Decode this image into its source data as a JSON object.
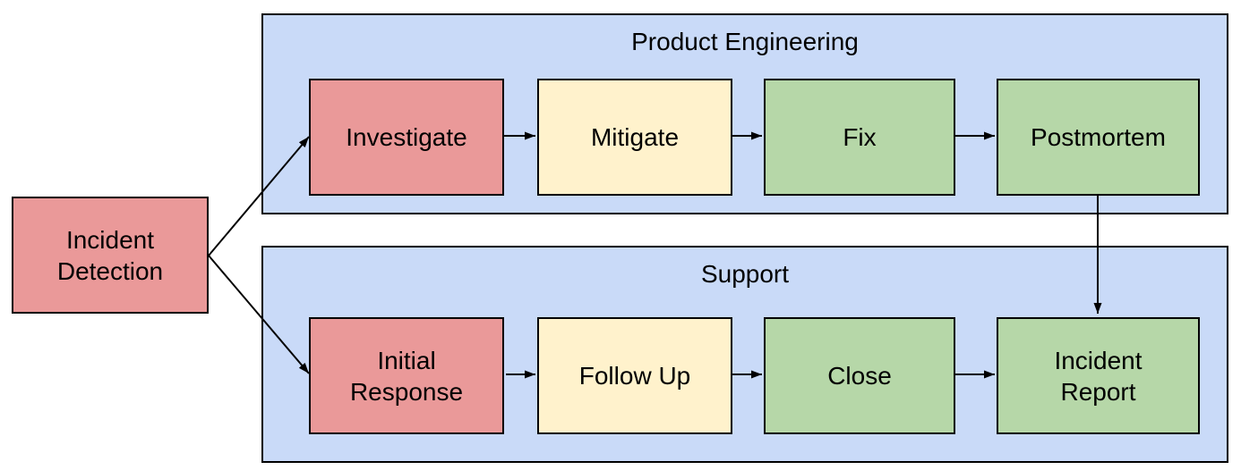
{
  "palette": {
    "red": "#EA9999",
    "yellow": "#FFF2CC",
    "green": "#B6D7A8",
    "lane_blue": "#C9DAF8",
    "border": "#000000"
  },
  "start_node": {
    "label": "Incident\nDetection",
    "color": "red"
  },
  "lanes": [
    {
      "title": "Product Engineering",
      "nodes": [
        {
          "label": "Investigate",
          "color": "red"
        },
        {
          "label": "Mitigate",
          "color": "yellow"
        },
        {
          "label": "Fix",
          "color": "green"
        },
        {
          "label": "Postmortem",
          "color": "green"
        }
      ]
    },
    {
      "title": "Support",
      "nodes": [
        {
          "label": "Initial\nResponse",
          "color": "red"
        },
        {
          "label": "Follow Up",
          "color": "yellow"
        },
        {
          "label": "Close",
          "color": "green"
        },
        {
          "label": "Incident\nReport",
          "color": "green"
        }
      ]
    }
  ],
  "connections": [
    {
      "from": "Incident Detection",
      "to": "Investigate"
    },
    {
      "from": "Incident Detection",
      "to": "Initial Response"
    },
    {
      "from": "Investigate",
      "to": "Mitigate"
    },
    {
      "from": "Mitigate",
      "to": "Fix"
    },
    {
      "from": "Fix",
      "to": "Postmortem"
    },
    {
      "from": "Initial Response",
      "to": "Follow Up"
    },
    {
      "from": "Follow Up",
      "to": "Close"
    },
    {
      "from": "Close",
      "to": "Incident Report"
    },
    {
      "from": "Postmortem",
      "to": "Incident Report"
    }
  ]
}
